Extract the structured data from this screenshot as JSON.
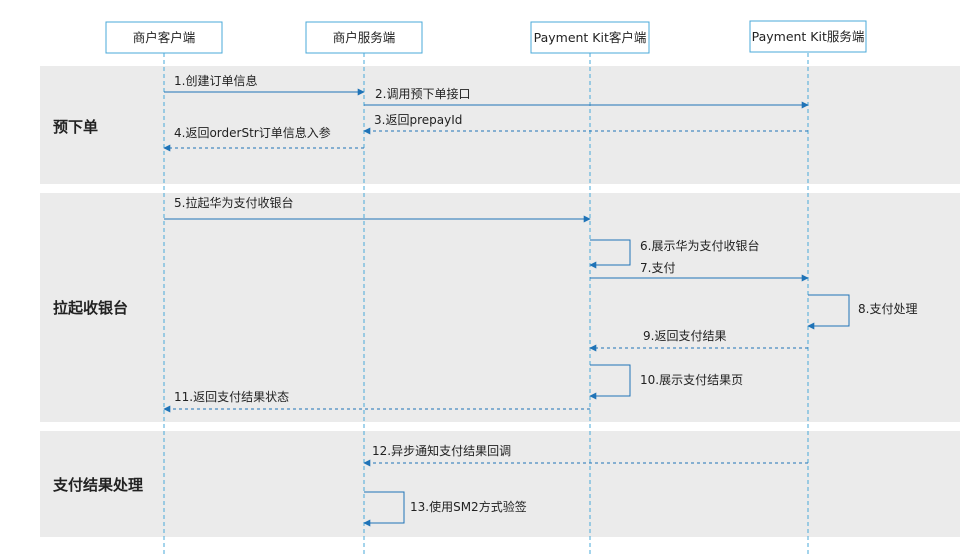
{
  "colors": {
    "band_bg": "#ebebeb",
    "line": "#1f73b7",
    "actor_border": "#4aa8d8",
    "text": "#222222"
  },
  "actors": [
    {
      "id": "merchant_client",
      "label": "商户客户端"
    },
    {
      "id": "merchant_server",
      "label": "商户服务端"
    },
    {
      "id": "kit_client",
      "label": "Payment Kit客户端"
    },
    {
      "id": "kit_server",
      "label": "Payment Kit服务端"
    }
  ],
  "phases": [
    {
      "title": "预下单"
    },
    {
      "title": "拉起收银台"
    },
    {
      "title": "支付结果处理"
    }
  ],
  "messages": [
    {
      "label": "1.创建订单信息",
      "from": "merchant_client",
      "to": "merchant_server",
      "style": "solid"
    },
    {
      "label": "2.调用预下单接口",
      "from": "merchant_server",
      "to": "kit_server",
      "style": "solid"
    },
    {
      "label": "3.返回prepayId",
      "from": "kit_server",
      "to": "merchant_server",
      "style": "dashed"
    },
    {
      "label": "4.返回orderStr订单信息入参",
      "from": "merchant_server",
      "to": "merchant_client",
      "style": "dashed"
    },
    {
      "label": "5.拉起华为支付收银台",
      "from": "merchant_client",
      "to": "kit_client",
      "style": "solid"
    },
    {
      "label": "6.展示华为支付收银台",
      "from": "kit_client",
      "to": "kit_client",
      "style": "self"
    },
    {
      "label": "7.支付",
      "from": "kit_client",
      "to": "kit_server",
      "style": "solid"
    },
    {
      "label": "8.支付处理",
      "from": "kit_server",
      "to": "kit_server",
      "style": "self"
    },
    {
      "label": "9.返回支付结果",
      "from": "kit_server",
      "to": "kit_client",
      "style": "dashed"
    },
    {
      "label": "10.展示支付结果页",
      "from": "kit_client",
      "to": "kit_client",
      "style": "self"
    },
    {
      "label": "11.返回支付结果状态",
      "from": "kit_client",
      "to": "merchant_client",
      "style": "dashed"
    },
    {
      "label": "12.异步通知支付结果回调",
      "from": "kit_server",
      "to": "merchant_server",
      "style": "dashed"
    },
    {
      "label": "13.使用SM2方式验签",
      "from": "merchant_server",
      "to": "merchant_server",
      "style": "self"
    }
  ]
}
